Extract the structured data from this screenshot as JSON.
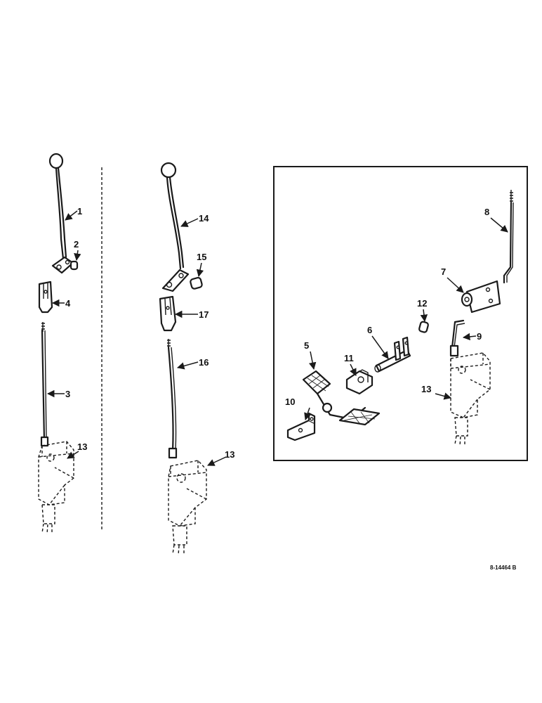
{
  "diagram": {
    "drawing_number": "8-14464 B",
    "callouts": [
      {
        "id": "c1",
        "label": "1"
      },
      {
        "id": "c2",
        "label": "2"
      },
      {
        "id": "c3",
        "label": "3"
      },
      {
        "id": "c4",
        "label": "4"
      },
      {
        "id": "c5",
        "label": "5"
      },
      {
        "id": "c6",
        "label": "6"
      },
      {
        "id": "c7",
        "label": "7"
      },
      {
        "id": "c8",
        "label": "8"
      },
      {
        "id": "c9",
        "label": "9"
      },
      {
        "id": "c10",
        "label": "10"
      },
      {
        "id": "c11",
        "label": "11"
      },
      {
        "id": "c12",
        "label": "12"
      },
      {
        "id": "c13a",
        "label": "13"
      },
      {
        "id": "c13b",
        "label": "13"
      },
      {
        "id": "c13c",
        "label": "13"
      },
      {
        "id": "c14",
        "label": "14"
      },
      {
        "id": "c15",
        "label": "15"
      },
      {
        "id": "c16",
        "label": "16"
      },
      {
        "id": "c17",
        "label": "17"
      }
    ]
  }
}
